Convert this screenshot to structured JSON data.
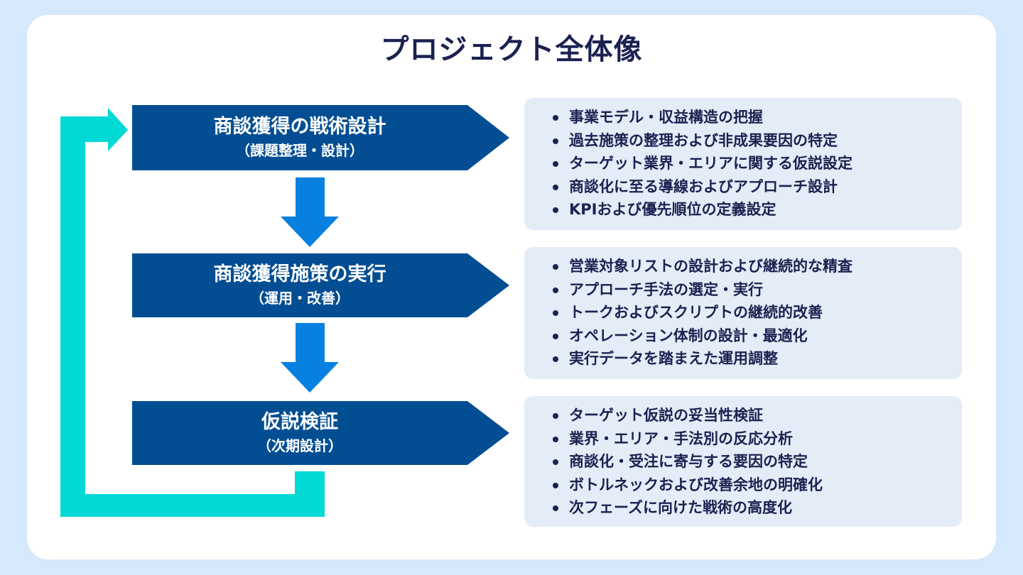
{
  "title": "プロジェクト全体像",
  "colors": {
    "background": "#d6e8fc",
    "card": "#ffffff",
    "step_fill": "#034e93",
    "down_arrow": "#0880e0",
    "loop_arrow": "#00d9d6",
    "panel_fill": "#e3ecf7",
    "text_dark": "#1b2150"
  },
  "steps": [
    {
      "title": "商談獲得の戦術設計",
      "subtitle": "（課題整理・設計）",
      "details": [
        "事業モデル・収益構造の把握",
        "過去施策の整理および非成果要因の特定",
        "ターゲット業界・エリアに関する仮説設定",
        "商談化に至る導線およびアプローチ設計",
        "KPIおよび優先順位の定義設定"
      ]
    },
    {
      "title": "商談獲得施策の実行",
      "subtitle": "（運用・改善）",
      "details": [
        "営業対象リストの設計および継続的な精査",
        "アプローチ手法の選定・実行",
        "トークおよびスクリプトの継続的改善",
        "オペレーション体制の設計・最適化",
        "実行データを踏まえた運用調整"
      ]
    },
    {
      "title": "仮説検証",
      "subtitle": "（次期設計）",
      "details": [
        "ターゲット仮説の妥当性検証",
        "業界・エリア・手法別の反応分析",
        "商談化・受注に寄与する要因の特定",
        "ボトルネックおよび改善余地の明確化",
        "次フェーズに向けた戦術の高度化"
      ]
    }
  ]
}
